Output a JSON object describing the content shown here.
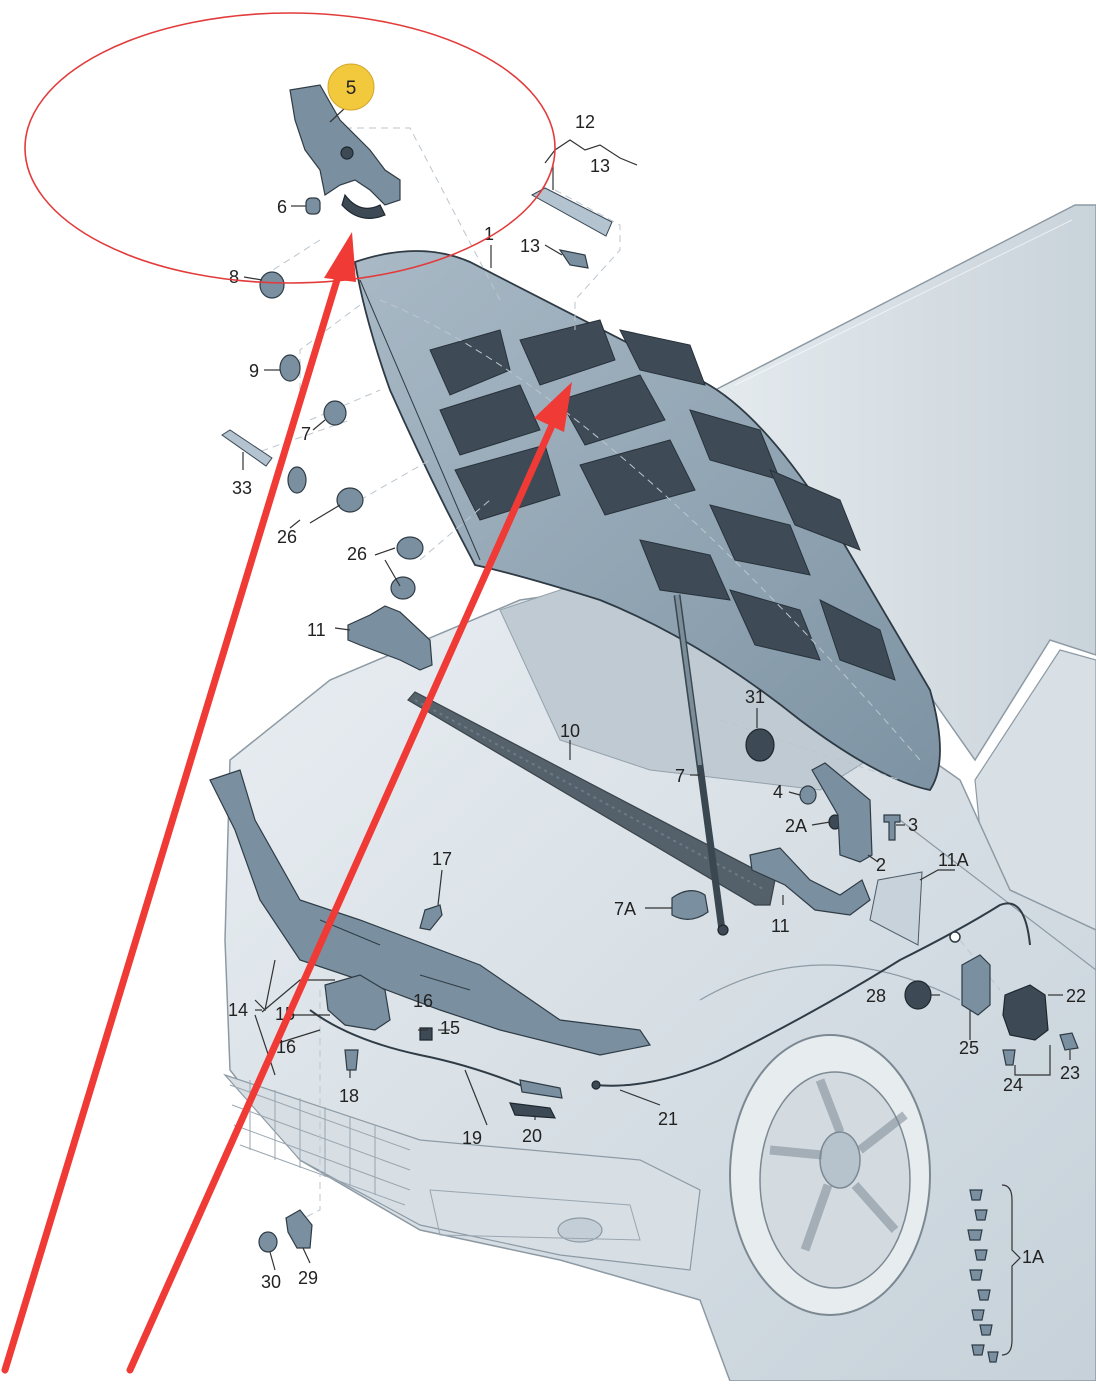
{
  "diagram": {
    "highlight_colors": {
      "circle": "#e23b3b",
      "arrow": "#f03a35",
      "badge": "#f2c93d"
    },
    "highlighted_part": "5",
    "labels": {
      "p1": "1",
      "p1a": "1A",
      "p2": "2",
      "p2a": "2A",
      "p3": "3",
      "p4": "4",
      "p5": "5",
      "p6": "6",
      "p7": "7",
      "p7a": "7A",
      "p8": "8",
      "p9": "9",
      "p10": "10",
      "p11_left": "11",
      "p11_right": "11",
      "p11a": "11A",
      "p12": "12",
      "p13_top": "13",
      "p13_mid": "13",
      "p14": "14",
      "p15_left": "15",
      "p15_right": "15",
      "p16_left": "16",
      "p16_right": "16",
      "p17": "17",
      "p18": "18",
      "p19": "19",
      "p20": "20",
      "p21": "21",
      "p22": "22",
      "p23": "23",
      "p24": "24",
      "p25": "25",
      "p26_top": "26",
      "p26_mid": "26",
      "p27": "7",
      "p28": "28",
      "p29": "29",
      "p30": "30",
      "p31": "31",
      "p33": "33"
    }
  }
}
